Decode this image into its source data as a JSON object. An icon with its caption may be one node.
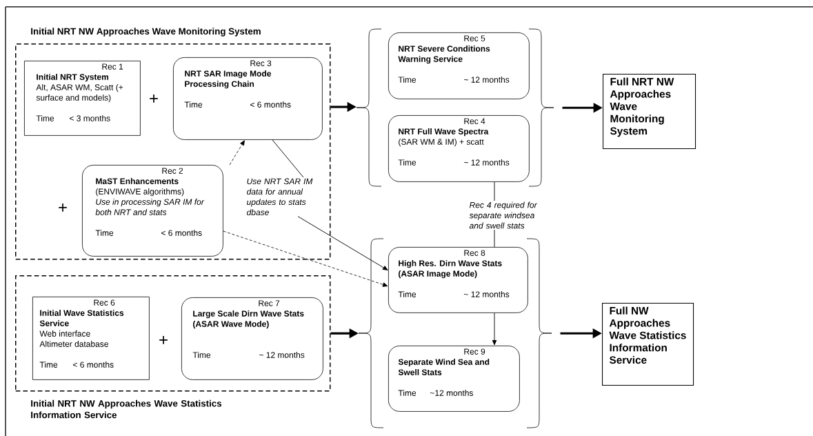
{
  "diagram": {
    "nodes": [
      {
        "text": [
          "Initial NRT NW Approaches Wave Monitoring System"
        ]
      },
      {
        "text": [
          "Rec 1",
          "Initial NRT System",
          "Alt, ASAR WM, Scatt (+ surface and models)",
          "Time",
          "< 3 months"
        ],
        "in": 0
      },
      {
        "text": [
          "Rec 3",
          "NRT SAR Image Mode Processing Chain",
          "Time",
          "< 6 months"
        ],
        "in": 0
      },
      {
        "text": [
          "Rec 2",
          "MaST Enhancements",
          "(ENVIWAVE algorithms)",
          "Use in processing SAR IM for both NRT and stats",
          "Time",
          "< 6 months"
        ],
        "in": 0
      },
      {
        "text": [
          "Use NRT SAR IM data for annual updates to stats dbase"
        ],
        "in": 0
      },
      {
        "text": [],
        "shape": "brace"
      },
      {
        "text": [
          "Rec 5",
          "NRT Severe Conditions Warning Service",
          "Time",
          "~ 12 months"
        ],
        "in": 5
      },
      {
        "text": [
          "Rec 4",
          "NRT Full Wave Spectra",
          "(SAR WM & IM) + scatt",
          "Time",
          "~ 12 months"
        ],
        "in": 5
      },
      {
        "text": [
          "Full NRT NW Approaches Wave Monitoring System"
        ]
      },
      {
        "text": [
          "Rec 4 required for separate windsea and swell stats"
        ]
      },
      {
        "text": [
          "Initial NRT NW Approaches Wave Statistics Information Service"
        ]
      },
      {
        "text": [
          "Rec 6",
          "Initial Wave Statistics Service",
          "Web interface",
          "Altimeter database",
          "Time",
          "< 6 months"
        ],
        "in": 10
      },
      {
        "text": [
          "Rec 7",
          "Large Scale Dirn Wave Stats (ASAR Wave Mode)",
          "Time",
          "~ 12 months"
        ],
        "in": 10
      },
      {
        "text": [],
        "shape": "brace"
      },
      {
        "text": [
          "Rec 8",
          "High Res. Dirn Wave Stats (ASAR Image Mode)",
          "Time",
          "~ 12 months"
        ],
        "in": 13
      },
      {
        "text": [
          "Rec 9",
          "Separate Wind Sea and Swell Stats",
          "Time",
          "~12 months"
        ],
        "in": 13
      },
      {
        "text": [
          "Full NW Approaches Wave Statistics Information Service"
        ]
      }
    ],
    "edges": [
      {
        "from": 0,
        "to": 5,
        "arrow": "to",
        "style": "thick"
      },
      {
        "from": 5,
        "to": 8,
        "arrow": "to",
        "style": "thick"
      },
      {
        "from": 10,
        "to": 13,
        "arrow": "to",
        "style": "thick"
      },
      {
        "from": 13,
        "to": 16,
        "arrow": "to",
        "style": "thick"
      },
      {
        "from": 3,
        "to": 2,
        "arrow": "to",
        "style": "dashed"
      },
      {
        "from": 3,
        "to": 14,
        "arrow": "to",
        "style": "dashed"
      },
      {
        "from": 2,
        "to": 4,
        "arrow": "none"
      },
      {
        "from": 4,
        "to": 14,
        "arrow": "to"
      },
      {
        "from": 7,
        "to": 9,
        "arrow": "none"
      },
      {
        "from": 9,
        "to": 14,
        "arrow": "none"
      },
      {
        "from": 14,
        "to": 15,
        "arrow": "to"
      }
    ],
    "labels": [
      "+",
      "+",
      "+"
    ]
  }
}
